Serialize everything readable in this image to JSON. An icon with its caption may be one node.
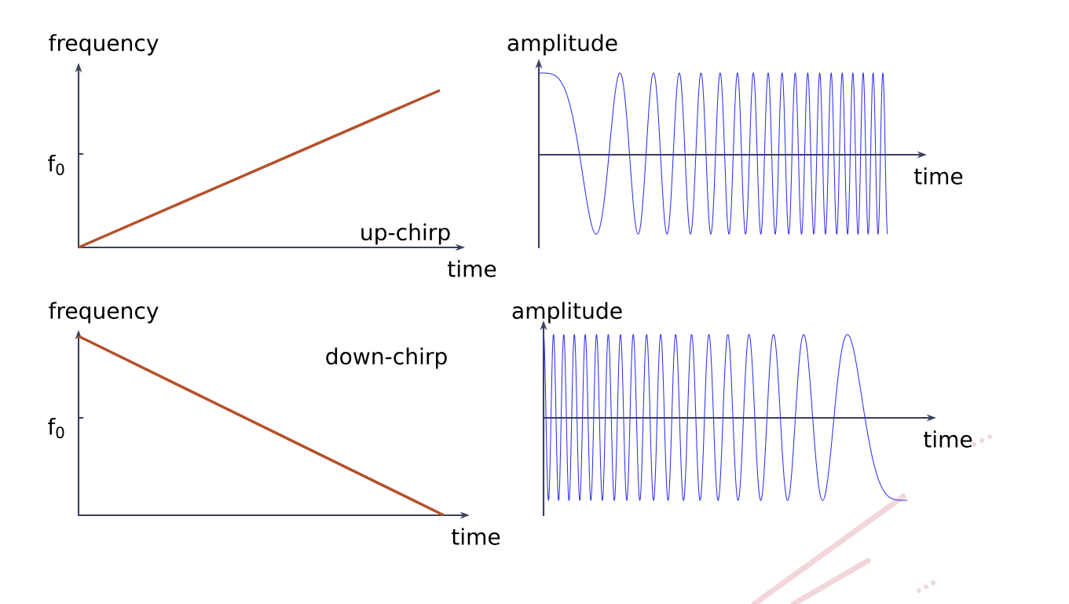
{
  "diagram": {
    "labels": [
      "frequency",
      "amplitude",
      "f$_{0}$",
      "time",
      "up-chirp",
      "time",
      "frequency",
      "amplitude",
      "down-chirp",
      "f$_{0}$",
      "time",
      "time"
    ]
  }
}
